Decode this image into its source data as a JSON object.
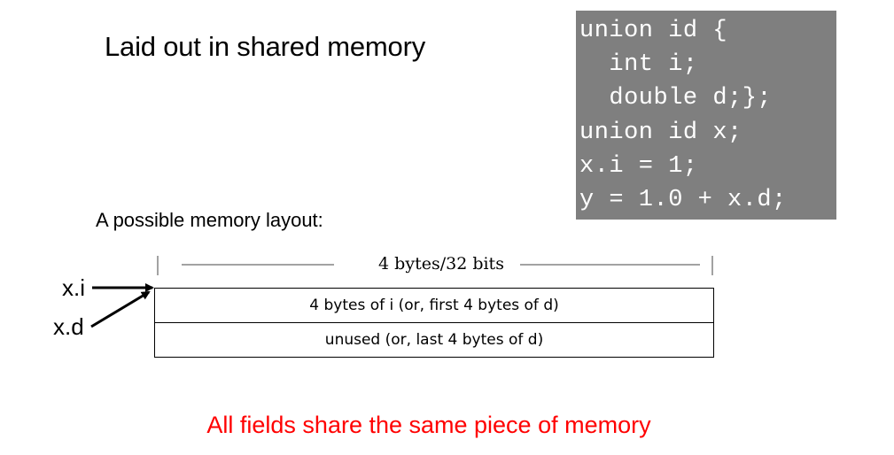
{
  "slide": {
    "title": "Laid out in shared memory",
    "subtitle": "A possible memory layout:",
    "note": "All fields share the same piece of memory"
  },
  "code": {
    "lines": [
      "union id {",
      "  int i;",
      "  double d;};",
      "union id x;",
      "x.i = 1;",
      "y = 1.0 + x.d;"
    ]
  },
  "memory": {
    "width_label": "4 bytes/32 bits",
    "rows": [
      "4 bytes of i (or, first 4 bytes of d)",
      "unused  (or, last 4 bytes of d)"
    ],
    "pointers": [
      "x.i",
      "x.d"
    ]
  },
  "colors": {
    "code_background": "#7f7f7f",
    "code_text": "#ffffff",
    "note_text": "#ff0000"
  }
}
